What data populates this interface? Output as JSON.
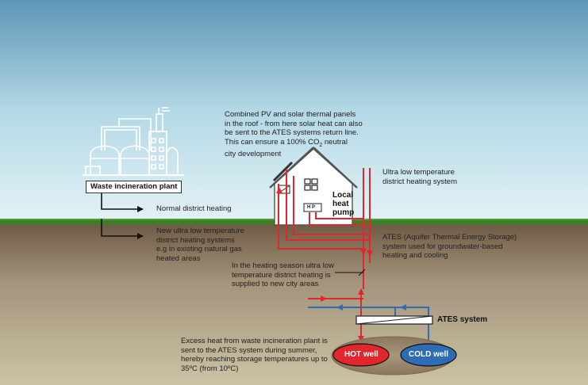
{
  "labels": {
    "plant": "Waste incineration plant",
    "normal_heating": "Normal district heating",
    "new_systems": [
      "New ultra low temperature",
      "district heating systems",
      "e.g in existing natural gas",
      "heated areas"
    ],
    "pv_note": [
      "Combined PV and solar thermal panels",
      "in the roof - from here solar heat can also",
      "be sent to the ATES systems return line.",
      "This can ensure a 100% CO",
      "neutral",
      "city development"
    ],
    "pv_sub": "2",
    "local_pump": [
      "Local",
      "heat",
      "pump"
    ],
    "hp": "H P",
    "ultra_low": [
      "Ultra low temperature",
      "district heating system"
    ],
    "ates_desc": [
      "ATES (Aquifer Thermal Energy Storage)",
      "system used for groundwater-based",
      "heating and cooling"
    ],
    "season": [
      "In the heating season ultra low",
      "temperature district heating is",
      "supplied to new city areas"
    ],
    "ates_system": "ATES system",
    "excess": [
      "Excess heat from waste incineration plant is",
      "sent to the ATES system during summer,",
      "hereby reaching storage temperatures up to",
      "35ºC (from 10ºC)"
    ],
    "hot_well": "HOT well",
    "cold_well": "COLD well"
  },
  "colors": {
    "sky_top": "#5d96b6",
    "sky_bottom": "#e3f2f6",
    "grass": "#3f7c2a",
    "soil_top": "#6f5b45",
    "soil_bottom": "#ccc3a6",
    "hot_pipe": "#e3262b",
    "cold_pipe": "#2e6db4",
    "hot_well": "#e3262b",
    "cold_well": "#2e6db4"
  }
}
